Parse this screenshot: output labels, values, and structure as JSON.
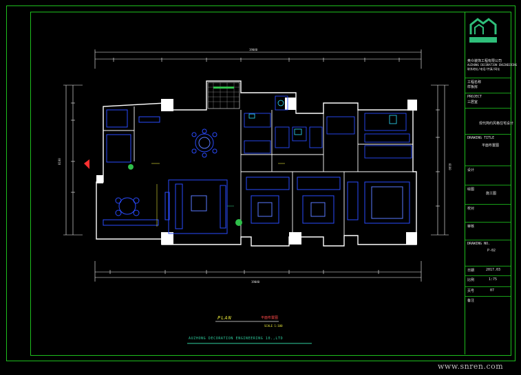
{
  "drawing": {
    "plan_title": "PLAN",
    "plan_subtitle": "平面布置图",
    "plan_scale": "SCALE 1:100",
    "company": "AUZHONG DECORATION ENGINEERING  10.,LTD",
    "watermark": "www.snren.com"
  },
  "dimensions": {
    "top_total": "19040",
    "bottom_total": "19040",
    "left_total": "8100",
    "right_total": "8100"
  },
  "title_block": {
    "company_lines": [
      "奥众装饰工程有限公司",
      "AUZHONG DECORATION ENGINEERING",
      "联系地址/电话/传真/网址"
    ],
    "rows": [
      {
        "label": "工程名称",
        "value": "样板房"
      },
      {
        "label": "PROJECT",
        "value": "三居室"
      },
      {
        "label": "",
        "value": "现代简约风格住宅设计"
      },
      {
        "label": "DRAWING TITLE",
        "value": "平面布置图"
      },
      {
        "label": "设计",
        "value": ""
      },
      {
        "label": "绘图",
        "value": "施工图"
      },
      {
        "label": "校对",
        "value": ""
      },
      {
        "label": "审核",
        "value": ""
      },
      {
        "label": "DRAWING NO.",
        "value": "P-02"
      },
      {
        "label": "日期",
        "value": "2017.03"
      },
      {
        "label": "比例",
        "value": "1:75"
      },
      {
        "label": "页号",
        "value": "07"
      },
      {
        "label": "备注",
        "value": ""
      }
    ]
  },
  "colors": {
    "frame": "#1ec01e",
    "walls": "#ffffff",
    "furniture": "#2a4bff",
    "text_yellow": "#e8e83a",
    "accent_red": "#ff3030",
    "logo": "#2fbf7a"
  }
}
